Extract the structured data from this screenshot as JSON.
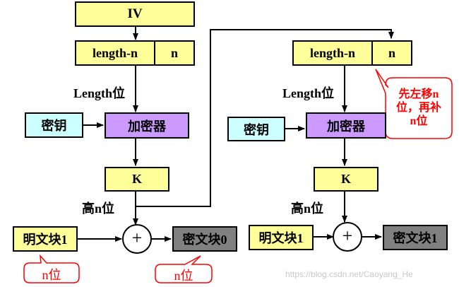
{
  "left": {
    "iv": "IV",
    "length_n": "length-n",
    "n": "n",
    "length_label": "Length位",
    "key": "密钥",
    "encryptor": "加密器",
    "k": "K",
    "high_bits": "高n位",
    "plaintext": "明文块1",
    "xor": "+",
    "ciphertext": "密文块0"
  },
  "right": {
    "length_n": "length-n",
    "n": "n",
    "length_label": "Length位",
    "key": "密钥",
    "encryptor": "加密器",
    "k": "K",
    "high_bits": "高n位",
    "plaintext": "明文块1",
    "xor": "+",
    "ciphertext": "密文块1"
  },
  "callouts": {
    "shift_note": "先左移n位，再补n位",
    "shift_note_lines": [
      "先左移n",
      "位，再补",
      "n位"
    ],
    "bits_left": "n位",
    "bits_right": "n位"
  },
  "watermark": "https://blog.csdn.net/Caoyang_He",
  "colors": {
    "yellow_fill": "#ffff99",
    "purple_fill": "#cc99ff",
    "cyan_fill": "#ccffff",
    "gray_fill": "#808080",
    "callout_red": "#ff0000"
  }
}
